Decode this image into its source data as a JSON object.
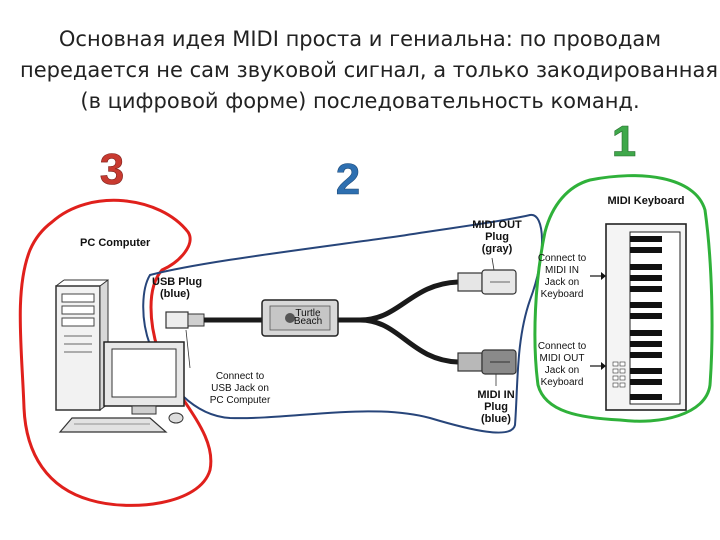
{
  "heading": {
    "line1": "Основная идея MIDI проста и гениальна: по проводам",
    "line2": "передается не сам звуковой сигнал, а только закодированная",
    "line3": "(в цифровой форме) последовательность команд."
  },
  "regions": {
    "pc_number": "3",
    "cable_number": "2",
    "keyboard_number": "1"
  },
  "colors": {
    "pc_outline": "#e0201c",
    "cable_outline": "#27457a",
    "keyboard_outline": "#2fb13a",
    "number_pc": "#c83a30",
    "number_cable": "#2e6fb0",
    "number_keyboard": "#3fa84a"
  },
  "labels": {
    "pc_computer": "PC Computer",
    "usb_plug_1": "USB Plug",
    "usb_plug_2": "(blue)",
    "connect_usb_1": "Connect to",
    "connect_usb_2": "USB Jack on",
    "connect_usb_3": "PC Computer",
    "midi_out_1": "MIDI OUT",
    "midi_out_2": "Plug",
    "midi_out_3": "(gray)",
    "midi_in_1": "MIDI IN",
    "midi_in_2": "Plug",
    "midi_in_3": "(blue)",
    "connect_in_1": "Connect to",
    "connect_in_2": "MIDI IN",
    "connect_in_3": "Jack on",
    "connect_in_4": "Keyboard",
    "connect_out_1": "Connect to",
    "connect_out_2": "MIDI OUT",
    "connect_out_3": "Jack on",
    "connect_out_4": "Keyboard",
    "midi_keyboard": "MIDI Keyboard",
    "interface_brand_1": "Turtle",
    "interface_brand_2": "Beach"
  }
}
